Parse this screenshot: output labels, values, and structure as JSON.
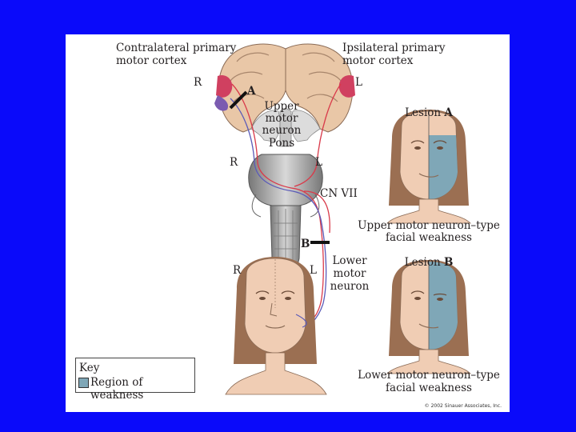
{
  "labels": {
    "contra_l1": "Contralateral primary",
    "contra_l2": "motor cortex",
    "ipsi_l1": "Ipsilateral primary",
    "ipsi_l2": "motor cortex",
    "r_top": "R",
    "l_top": "L",
    "lesion_a_marker": "A",
    "umn_l1": "Upper",
    "umn_l2": "motor",
    "umn_l3": "neuron",
    "pons": "Pons",
    "r_mid": "R",
    "l_mid": "L",
    "cn7": "CN VII",
    "lesion_b_marker": "B",
    "lmn_l1": "Lower",
    "lmn_l2": "motor",
    "lmn_l3": "neuron",
    "r_face": "R",
    "l_face": "L",
    "lesion_a_title_pre": "Lesion ",
    "lesion_a_title_letter": "A",
    "umn_weak_l1": "Upper motor neuron–type",
    "umn_weak_l2": "facial weakness",
    "lesion_b_title_pre": "Lesion ",
    "lesion_b_title_letter": "B",
    "lmn_weak_l1": "Lower motor neuron–type",
    "lmn_weak_l2": "facial weakness"
  },
  "key": {
    "title": "Key",
    "item": "Region of weakness"
  },
  "copyright": "© 2002 Sinauer Associates, Inc.",
  "colors": {
    "background": "#0a0afa",
    "weakness": "#7fa7b7",
    "skin": "#f0cdb4",
    "hair": "#9b6f52",
    "pathway_red": "#d93a4a",
    "pathway_blue": "#5a5ab8"
  }
}
